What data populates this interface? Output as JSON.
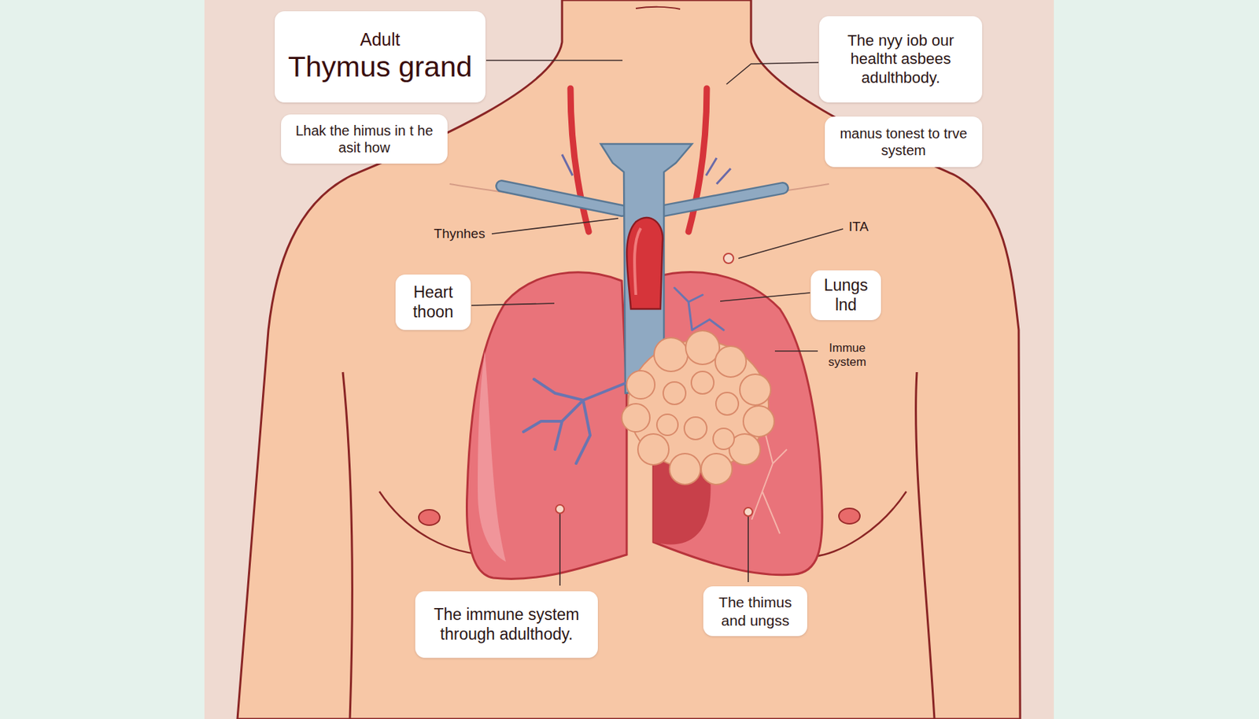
{
  "diagram": {
    "nodes": [
      {
        "text": [
          "Adult",
          "Thymus grand"
        ]
      },
      {
        "text": [
          "Lhak the himus in t he asit how"
        ]
      },
      {
        "text": [
          "The nyy iob our healtht asbees adulthbody."
        ]
      },
      {
        "text": [
          "manus tonest to trve system"
        ]
      },
      {
        "text": [
          "Heart thoon"
        ]
      },
      {
        "text": [
          "Lungs lnd"
        ]
      },
      {
        "text": [
          "The immune system through adulthody."
        ]
      },
      {
        "text": [
          "The thimus and ungss"
        ]
      }
    ],
    "labels": [
      "Thynhes",
      "ITA",
      "Immue system"
    ]
  }
}
